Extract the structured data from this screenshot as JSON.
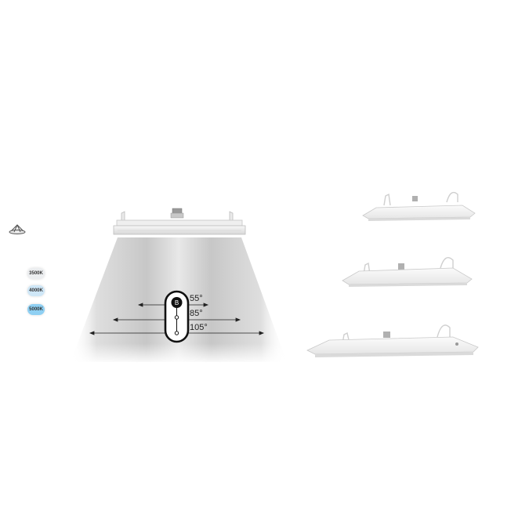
{
  "beam_icon": {
    "icon": "beam-cone-icon"
  },
  "cct_options": [
    {
      "label": "3500K",
      "color": "#eceef0"
    },
    {
      "label": "4000K",
      "color": "#cfe7f7"
    },
    {
      "label": "5000K",
      "color": "#8fd0f3"
    }
  ],
  "switch": {
    "marker": "B"
  },
  "beam_angles": [
    {
      "label": "55°"
    },
    {
      "label": "85°"
    },
    {
      "label": "105°"
    }
  ],
  "fixture_variants": [
    {
      "name": "small"
    },
    {
      "name": "medium"
    },
    {
      "name": "large"
    }
  ]
}
